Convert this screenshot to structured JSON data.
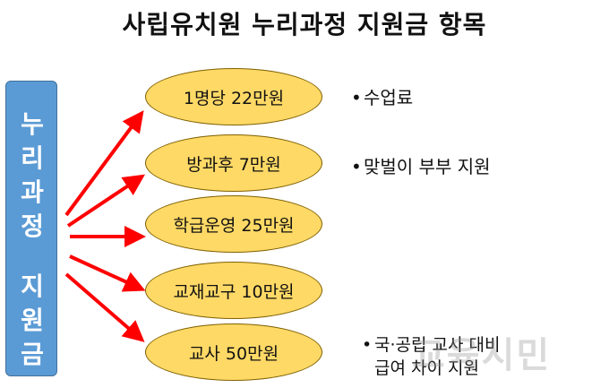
{
  "title": "사립유치원 누리과정 지원금 항목",
  "side_label": [
    "누",
    "리",
    "과",
    "정",
    "지",
    "원",
    "금"
  ],
  "items": [
    {
      "label": "1명당 22만원"
    },
    {
      "label": "방과후 7만원"
    },
    {
      "label": "학급운영 25만원"
    },
    {
      "label": "교재교구 10만원"
    },
    {
      "label": "교사 50만원"
    }
  ],
  "notes": {
    "n1": "수업료",
    "n2": "맞벌이 부부 지원",
    "n3_line1": "국·공립 교사 대비",
    "n3_line2": "급여 차이 지원"
  },
  "watermark": "교육시민",
  "colors": {
    "side_box": "#5b9bd5",
    "ellipse_fill": "#ffd966",
    "arrow": "#ff0000"
  }
}
